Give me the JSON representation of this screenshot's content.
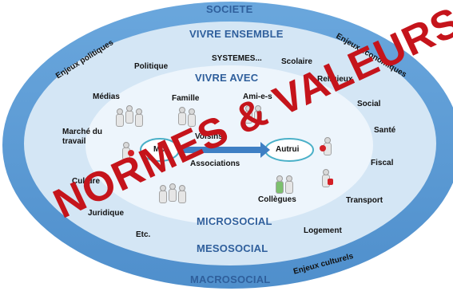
{
  "levels": {
    "societe": "SOCIETE",
    "vivre_ensemble": "VIVRE ENSEMBLE",
    "vivre_avec": "VIVRE AVEC",
    "microsocial": "MICROSOCIAL",
    "mesosocial": "MESOSOCIAL",
    "macrosocial": "MACROSOCIAL"
  },
  "outer_labels": {
    "enjeux_politiques": "Enjeux politiques",
    "enjeux_economiques": "Enjeux économiques",
    "enjeux_culturels": "Enjeux culturels"
  },
  "meso_items": {
    "politique": "Politique",
    "systemes": "SYSTEMES...",
    "scolaire": "Scolaire",
    "religieux": "Religieux",
    "medias": "Médias",
    "social": "Social",
    "marche_du_travail": "Marché du travail",
    "sante": "Santé",
    "fiscal": "Fiscal",
    "culture": "Culture",
    "juridique": "Juridique",
    "transport": "Transport",
    "etc": "Etc.",
    "logement": "Logement"
  },
  "micro_items": {
    "famille": "Famille",
    "ami_e_s": "Ami-e-s",
    "voisins": "Voisins",
    "associations": "Associations",
    "collegues": "Collègues"
  },
  "nodes": {
    "moi": "Moi",
    "autrui": "Autrui"
  },
  "overlay": {
    "text": "NORMES & VALEURS"
  },
  "colors": {
    "outer_ring": "#5b9bd5",
    "middle_ring": "#c5ddf1",
    "inner_ring": "#e6f2fb",
    "level_text": "#2f5f9c",
    "overlay_text": "#c5141b"
  }
}
